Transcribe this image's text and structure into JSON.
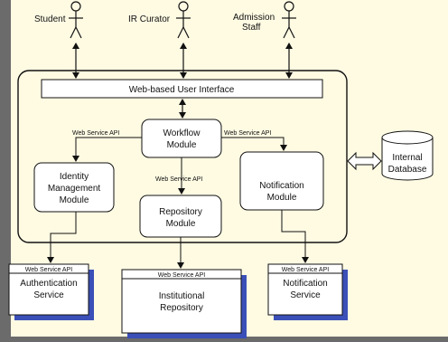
{
  "colors": {
    "frame_bg": "#6b6b6b",
    "canvas_bg": "#fffbe3",
    "stroke": "#111111",
    "box_fill": "#ffffff",
    "shadow": "#3b4fb8",
    "arrow_fill": "#ffffff"
  },
  "actors": {
    "student": "Student",
    "ir_curator": "IR Curator",
    "admission_staff_line1": "Admission",
    "admission_staff_line2": "Staff"
  },
  "system": {
    "ui_bar": "Web-based User Interface",
    "workflow_line1": "Workflow",
    "workflow_line2": "Module",
    "identity_line1": "Identity",
    "identity_line2": "Management",
    "identity_line3": "Module",
    "repository_line1": "Repository",
    "repository_line2": "Module",
    "notification_line1": "Notification",
    "notification_line2": "Module",
    "api_left": "Web Service API",
    "api_right": "Web Service API",
    "api_center": "Web Service API"
  },
  "database": {
    "line1": "Internal",
    "line2": "Database"
  },
  "services": {
    "auth_api": "Web Service API",
    "auth_line1": "Authentication",
    "auth_line2": "Service",
    "repo_api": "Web Service API",
    "repo_line1": "Institutional",
    "repo_line2": "Repository",
    "notif_api": "Web Service API",
    "notif_line1": "Notification",
    "notif_line2": "Service"
  }
}
